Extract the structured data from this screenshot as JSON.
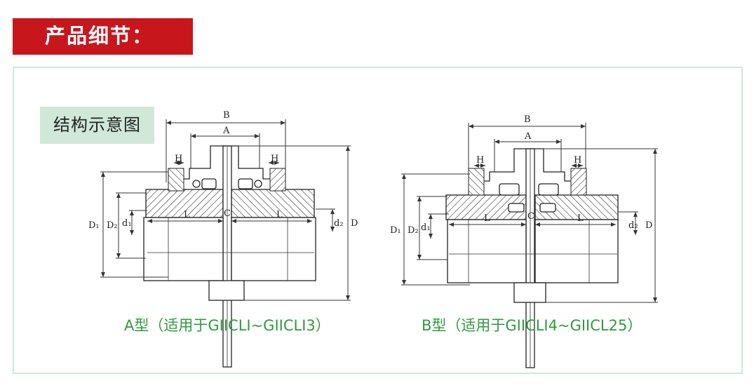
{
  "banner": {
    "title": "产品细节："
  },
  "section_label": "结构示意图",
  "diagrams": [
    {
      "caption": "A型（适用于GIICLI~GIICLI3）",
      "labels": {
        "B": "B",
        "A": "A",
        "H1": "H",
        "H2": "H",
        "D1": "D₁",
        "D2": "D₂",
        "d1": "d₁",
        "L1": "L",
        "C": "C",
        "L2": "L",
        "d2": "d₂",
        "D": "D"
      }
    },
    {
      "caption": "B型（适用于GIICLI4~GIICL25）",
      "labels": {
        "B": "B",
        "A": "A",
        "H1": "H",
        "H2": "H",
        "D1": "D₁",
        "D2": "D₂",
        "d1": "d₁",
        "L1": "L",
        "C": "C",
        "L2": "L",
        "d2": "d₂",
        "D": "D"
      }
    }
  ],
  "colors": {
    "banner_bg": "#c8161d",
    "label_bg": "#cfe8d7",
    "caption": "#2e9a3c",
    "frame": "#cfe8d7"
  }
}
